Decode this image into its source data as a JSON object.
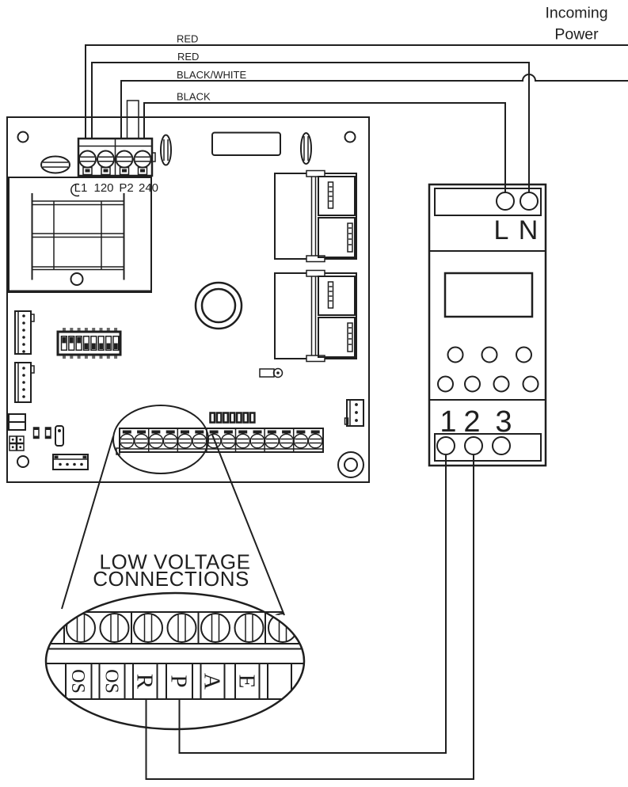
{
  "incoming_power": {
    "line1": "Incoming",
    "line2": "Power"
  },
  "wires": {
    "red1": "RED",
    "red2": "RED",
    "black_white": "BLACK/WHITE",
    "black": "BLACK"
  },
  "board": {
    "power_terminals": [
      "L1",
      "120",
      "P2",
      "240"
    ]
  },
  "magnifier": {
    "title1": "LOW VOLTAGE",
    "title2": "CONNECTIONS",
    "terminals": [
      "OS",
      "OS",
      "R",
      "P",
      "A",
      "E"
    ]
  },
  "timer": {
    "power_in": [
      "L",
      "N"
    ],
    "outputs": [
      "1",
      "2",
      "3"
    ]
  },
  "colors": {
    "line": "#1f1f1f",
    "background": "#ffffff"
  }
}
